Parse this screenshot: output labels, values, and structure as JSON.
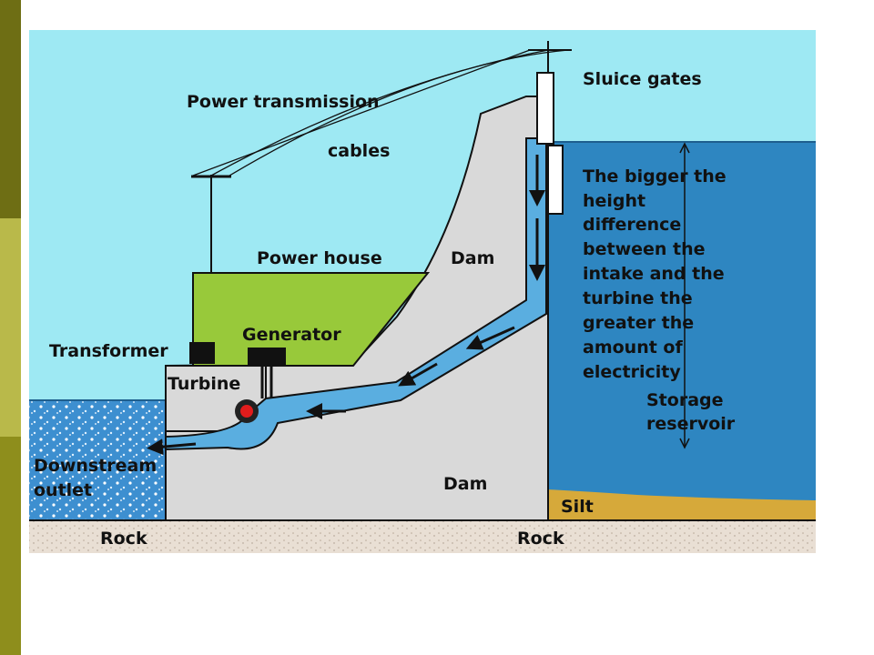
{
  "diagram": {
    "labels": {
      "sluice_gates": "Sluice gates",
      "power_transmission": "Power transmission",
      "cables": "cables",
      "power_house": "Power house",
      "dam_upper": "Dam",
      "generator": "Generator",
      "transformer": "Transformer",
      "turbine": "Turbine",
      "dam_lower": "Dam",
      "downstream_line1": "Downstream",
      "downstream_line2": "outlet",
      "rock_left": "Rock",
      "rock_right": "Rock",
      "silt": "Silt",
      "storage_line1": "Storage",
      "storage_line2": "reservoir",
      "height_note": [
        "The bigger the",
        "height",
        "difference",
        "between the",
        "intake and the",
        "turbine the",
        "greater the",
        "amount of",
        "electricity"
      ]
    },
    "colors": {
      "sky": "#9ee9f3",
      "reservoir": "#2e86c1",
      "dam": "#d9d9d9",
      "power_house": "#98c93a",
      "silt": "#d6a93a",
      "rock": "#e8ddd2",
      "pipe_water": "#5aaee0",
      "turbine_core": "#e11c1c",
      "slide_bar": "#8a8a1e"
    }
  }
}
